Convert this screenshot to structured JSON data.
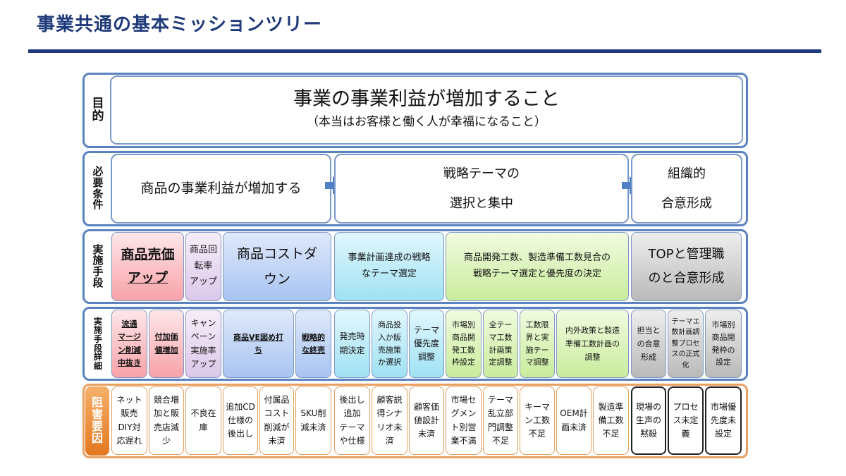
{
  "page_title": "事業共通の基本ミッションツリー",
  "labels": {
    "purpose": [
      "目",
      "的"
    ],
    "requirements": [
      "必",
      "要",
      "条",
      "件"
    ],
    "means": [
      "実",
      "施",
      "手",
      "段"
    ],
    "means_detail": [
      "実",
      "施",
      "手",
      "段",
      "詳",
      "細"
    ],
    "obstacles": [
      "阻",
      "害",
      "要",
      "因"
    ]
  },
  "purpose": {
    "main": "事業の事業利益が増加すること",
    "sub": "（本当はお客様と働く人が幸福になること）"
  },
  "requirements": {
    "r1": "商品の事業利益が増加する",
    "r2": [
      "戦略テーマの",
      "選択と集中"
    ],
    "r3": [
      "組織的",
      "合意形成"
    ]
  },
  "means": {
    "m1": [
      "商品売価",
      "アップ"
    ],
    "m2": [
      "商品回",
      "転率",
      "アップ"
    ],
    "m3": [
      "商品コストダ",
      "ウン"
    ],
    "m4": [
      "事業計画達成の戦略",
      "なテーマ選定"
    ],
    "m5": [
      "商品開発工数、製造準備工数見合の",
      "戦略テーマ選定と優先度の決定"
    ],
    "m6": [
      "TOPと管理職",
      "のと合意形成"
    ]
  },
  "details": {
    "d1": [
      "流通",
      "マージ",
      "ン削減",
      "中抜き"
    ],
    "d2": [
      "付加価",
      "値増加"
    ],
    "d3": [
      "キャン",
      "ペーン",
      "実施率",
      "アップ"
    ],
    "d4": [
      "商品VE図め打",
      "ち"
    ],
    "d5": [
      "戦略的",
      "な終売"
    ],
    "d6": [
      "発売時",
      "期決定"
    ],
    "d7": [
      "商品投",
      "入か販",
      "売施策",
      "か選択"
    ],
    "d8": [
      "テーマ",
      "優先度",
      "調整"
    ],
    "d9": [
      "市場別",
      "商品開",
      "発工数",
      "枠設定"
    ],
    "d10": [
      "全テー",
      "マ工数",
      "計画策",
      "定調整"
    ],
    "d11": [
      "工数限",
      "界と実",
      "施テー",
      "マ調整"
    ],
    "d12": [
      "内外政策と製造",
      "準備工数計画の",
      "調整"
    ],
    "d13": [
      "担当と",
      "の合意",
      "形成"
    ],
    "d14": [
      "テーマエ",
      "数計画調",
      "整プロセ",
      "スの正式",
      "化"
    ],
    "d15": [
      "市場別",
      "商品開",
      "発枠の",
      "設定"
    ]
  },
  "obstacles": {
    "o1": [
      "ネット",
      "販売",
      "DIY対",
      "応遅れ"
    ],
    "o2": [
      "競合増",
      "加と販",
      "売店減",
      "少"
    ],
    "o3": [
      "不良在",
      "庫"
    ],
    "o4": [
      "追加CD",
      "仕様の",
      "後出し"
    ],
    "o5": [
      "付属品",
      "コスト",
      "削減が",
      "未済"
    ],
    "o6": [
      "SKU削",
      "減未済"
    ],
    "o7": [
      "後出し",
      "追加",
      "テーマ",
      "や仕様"
    ],
    "o8": [
      "顧客説",
      "得シナ",
      "リオ未",
      "済"
    ],
    "o9": [
      "顧客価",
      "値設計",
      "未済"
    ],
    "o10": [
      "市場セ",
      "グメン",
      "ト別営",
      "業不満"
    ],
    "o11": [
      "テーマ",
      "乱立部",
      "門調整",
      "不足"
    ],
    "o12": [
      "キーマ",
      "ン工数",
      "不足"
    ],
    "o13": [
      "OEM計",
      "画未済"
    ],
    "o14": [
      "製造準",
      "備工数",
      "不足"
    ],
    "o15": [
      "現場の",
      "生声の",
      "黙殺"
    ],
    "o16": [
      "プロセ",
      "ス未定",
      "義"
    ],
    "o17": [
      "市場優",
      "先度未",
      "設定"
    ]
  },
  "colors": {
    "title": "#1f3a7a",
    "row_border": "#5b82c0",
    "arrow": "#4f7fc7",
    "obstacle_label": "#e2781f"
  }
}
